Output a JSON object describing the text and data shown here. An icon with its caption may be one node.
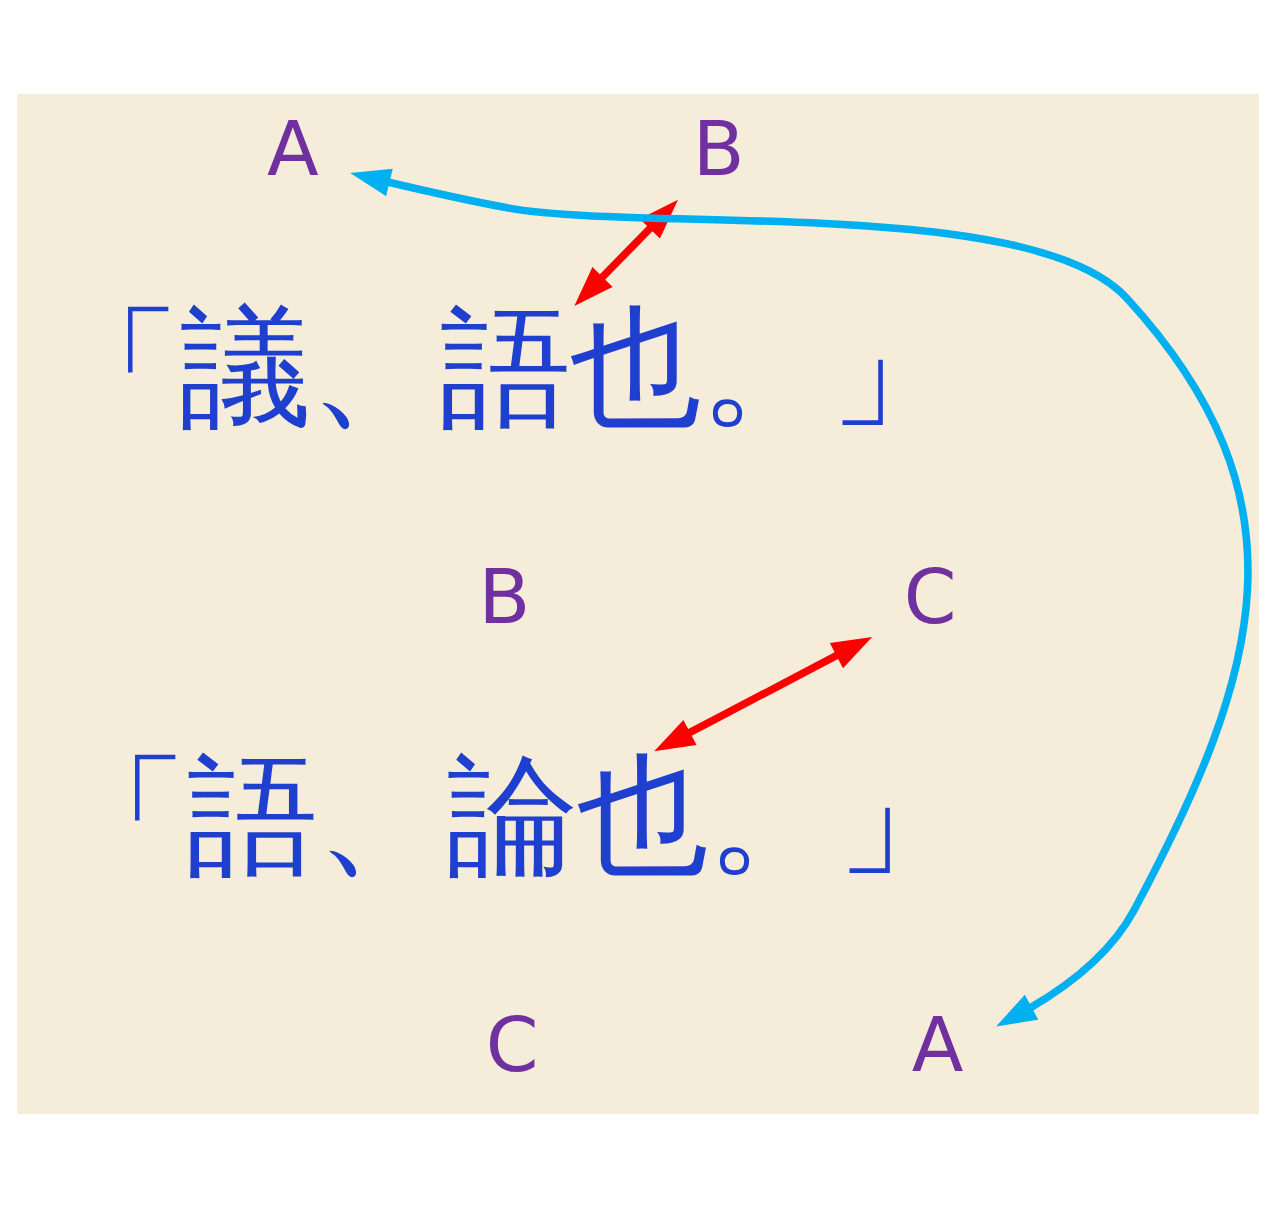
{
  "diagram": {
    "nodes": [
      {
        "text": [
          "A"
        ]
      },
      {
        "text": [
          "B"
        ]
      },
      {
        "text": [
          "「議、語也。」"
        ]
      },
      {
        "text": [
          "B"
        ]
      },
      {
        "text": [
          "C"
        ]
      },
      {
        "text": [
          "「語、論也。」"
        ]
      },
      {
        "text": [
          "C"
        ]
      },
      {
        "text": [
          "A"
        ]
      }
    ],
    "edges": [
      {
        "from": 1,
        "to": 2,
        "arrow": "both"
      },
      {
        "from": 4,
        "to": 5,
        "arrow": "both"
      },
      {
        "from": 7,
        "to": 0,
        "arrow": "both",
        "color": "#00b0f0"
      }
    ]
  }
}
